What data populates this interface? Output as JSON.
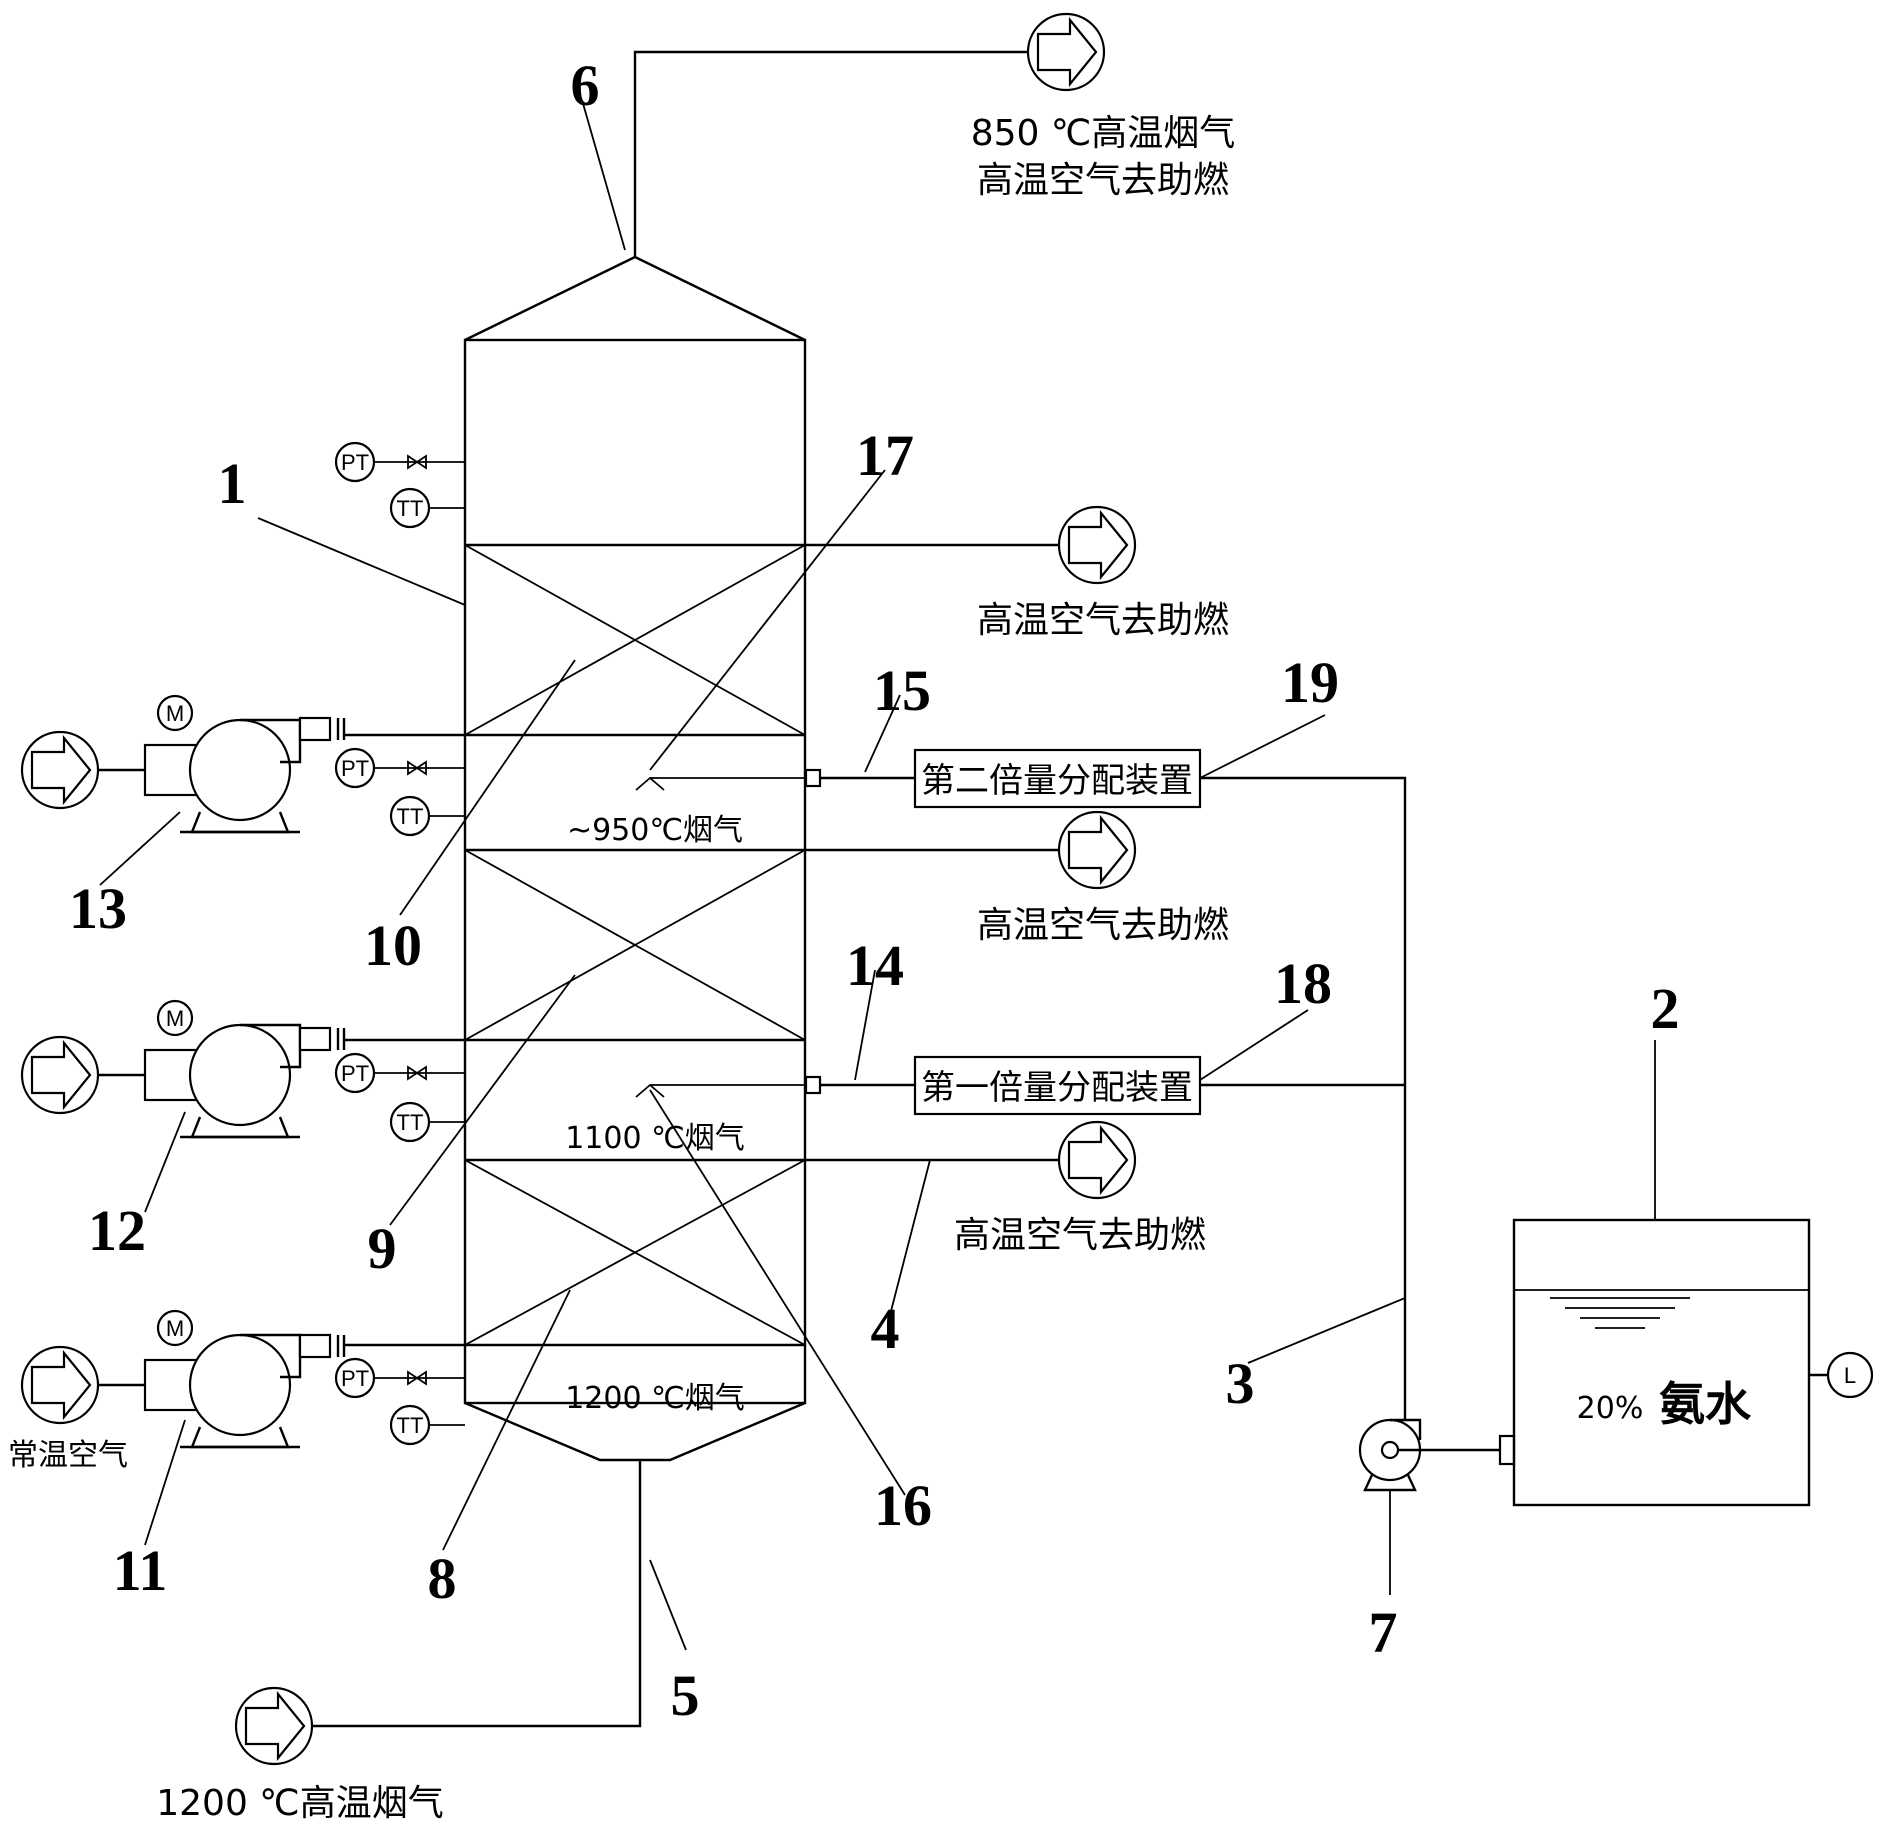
{
  "callouts": [
    "1",
    "2",
    "3",
    "4",
    "5",
    "6",
    "7",
    "8",
    "9",
    "10",
    "11",
    "12",
    "13",
    "14",
    "15",
    "16",
    "17",
    "18",
    "19"
  ],
  "labels": {
    "top_outlet_line1": "850 ℃高温烟气",
    "top_outlet_line2": "高温空气去助燃",
    "hot_air_out_1": "高温空气去助燃",
    "hot_air_out_2": "高温空气去助燃",
    "hot_air_out_3": "高温空气去助燃",
    "inlet_gas": "1200 ℃高温烟气",
    "ambient_air": "常温空气",
    "zone_top_gas": "~950℃烟气",
    "zone_mid_gas": "1100 ℃烟气",
    "zone_bottom_gas": "1200 ℃烟气",
    "distributor_2": "第二倍量分配装置",
    "distributor_1": "第一倍量分配装置",
    "tank_pct": "20%",
    "tank_liquid": "氨水"
  },
  "instruments": {
    "pressure": "PT",
    "temperature": "TT",
    "motor": "M",
    "level": "L"
  }
}
